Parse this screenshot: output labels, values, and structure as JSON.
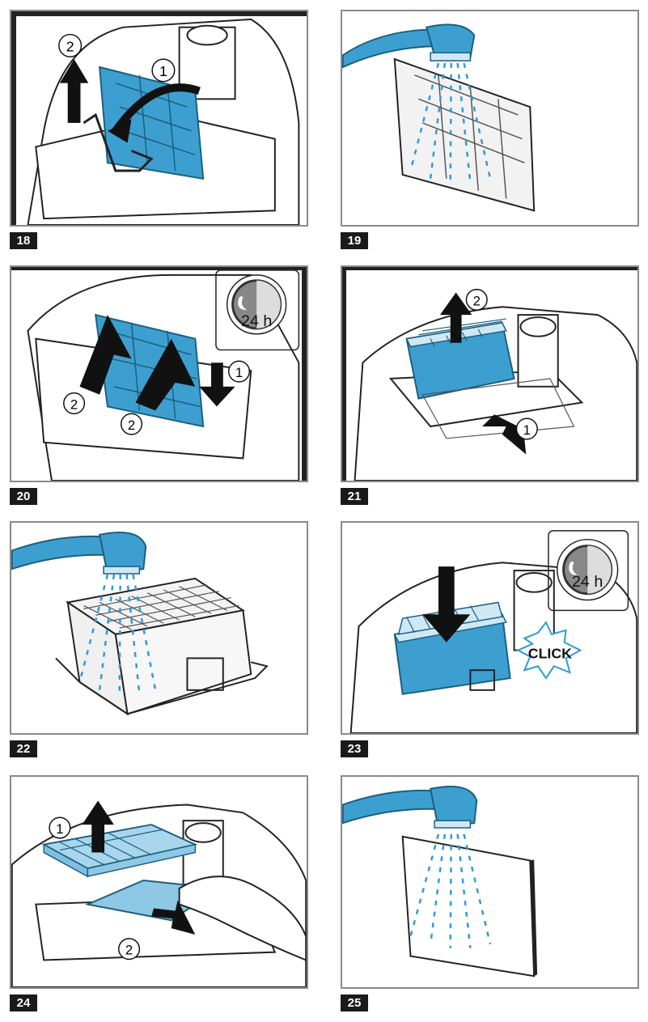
{
  "steps": [
    {
      "number": "18",
      "callouts": [
        "2",
        "1"
      ]
    },
    {
      "number": "19",
      "callouts": []
    },
    {
      "number": "20",
      "callouts": [
        "1",
        "2",
        "2"
      ],
      "timer": "24 h"
    },
    {
      "number": "21",
      "callouts": [
        "2",
        "1"
      ]
    },
    {
      "number": "22",
      "callouts": []
    },
    {
      "number": "23",
      "callouts": [],
      "timer": "24 h",
      "sound": "CLICK"
    },
    {
      "number": "24",
      "callouts": [
        "1",
        "2"
      ]
    },
    {
      "number": "25",
      "callouts": []
    }
  ],
  "colors": {
    "filter_blue": "#3d9fcf",
    "water": "#2b9bd6",
    "arrow": "#111111",
    "frame": "#8a8a8a"
  }
}
